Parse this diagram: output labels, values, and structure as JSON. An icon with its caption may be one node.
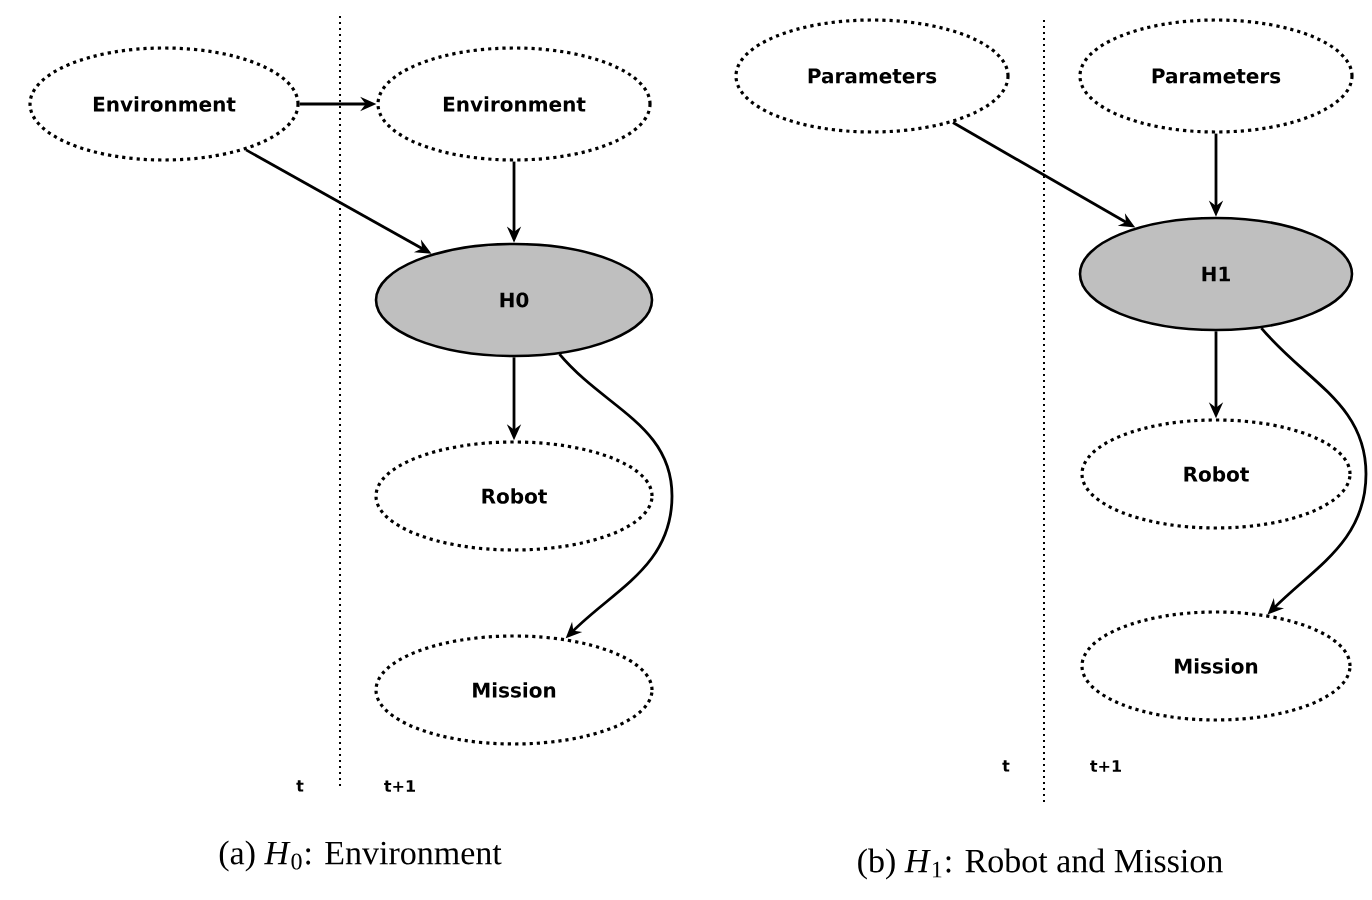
{
  "diagram": {
    "nodes": [
      {
        "text": [
          "Environment"
        ]
      },
      {
        "text": [
          "Environment"
        ]
      },
      {
        "text": [
          "H0"
        ]
      },
      {
        "text": [
          "Robot"
        ]
      },
      {
        "text": [
          "Mission"
        ]
      },
      {
        "text": [
          "Parameters"
        ]
      },
      {
        "text": [
          "Parameters"
        ]
      },
      {
        "text": [
          "H1"
        ]
      },
      {
        "text": [
          "Robot"
        ]
      },
      {
        "text": [
          "Mission"
        ]
      }
    ],
    "edges": [
      {
        "from": 0,
        "to": 1,
        "arrow": "to"
      },
      {
        "from": 0,
        "to": 2,
        "arrow": "to"
      },
      {
        "from": 1,
        "to": 2,
        "arrow": "to"
      },
      {
        "from": 2,
        "to": 3,
        "arrow": "to"
      },
      {
        "from": 2,
        "to": 4,
        "arrow": "to"
      },
      {
        "from": 5,
        "to": 7,
        "arrow": "to"
      },
      {
        "from": 6,
        "to": 7,
        "arrow": "to"
      },
      {
        "from": 7,
        "to": 8,
        "arrow": "to"
      },
      {
        "from": 7,
        "to": 9,
        "arrow": "to"
      }
    ],
    "labels": [
      "t",
      "t+1",
      "t",
      "t+1",
      "(a) *H*$_{0}$: Environment",
      "(b) *H*$_{1}$: Robot and Mission"
    ]
  }
}
